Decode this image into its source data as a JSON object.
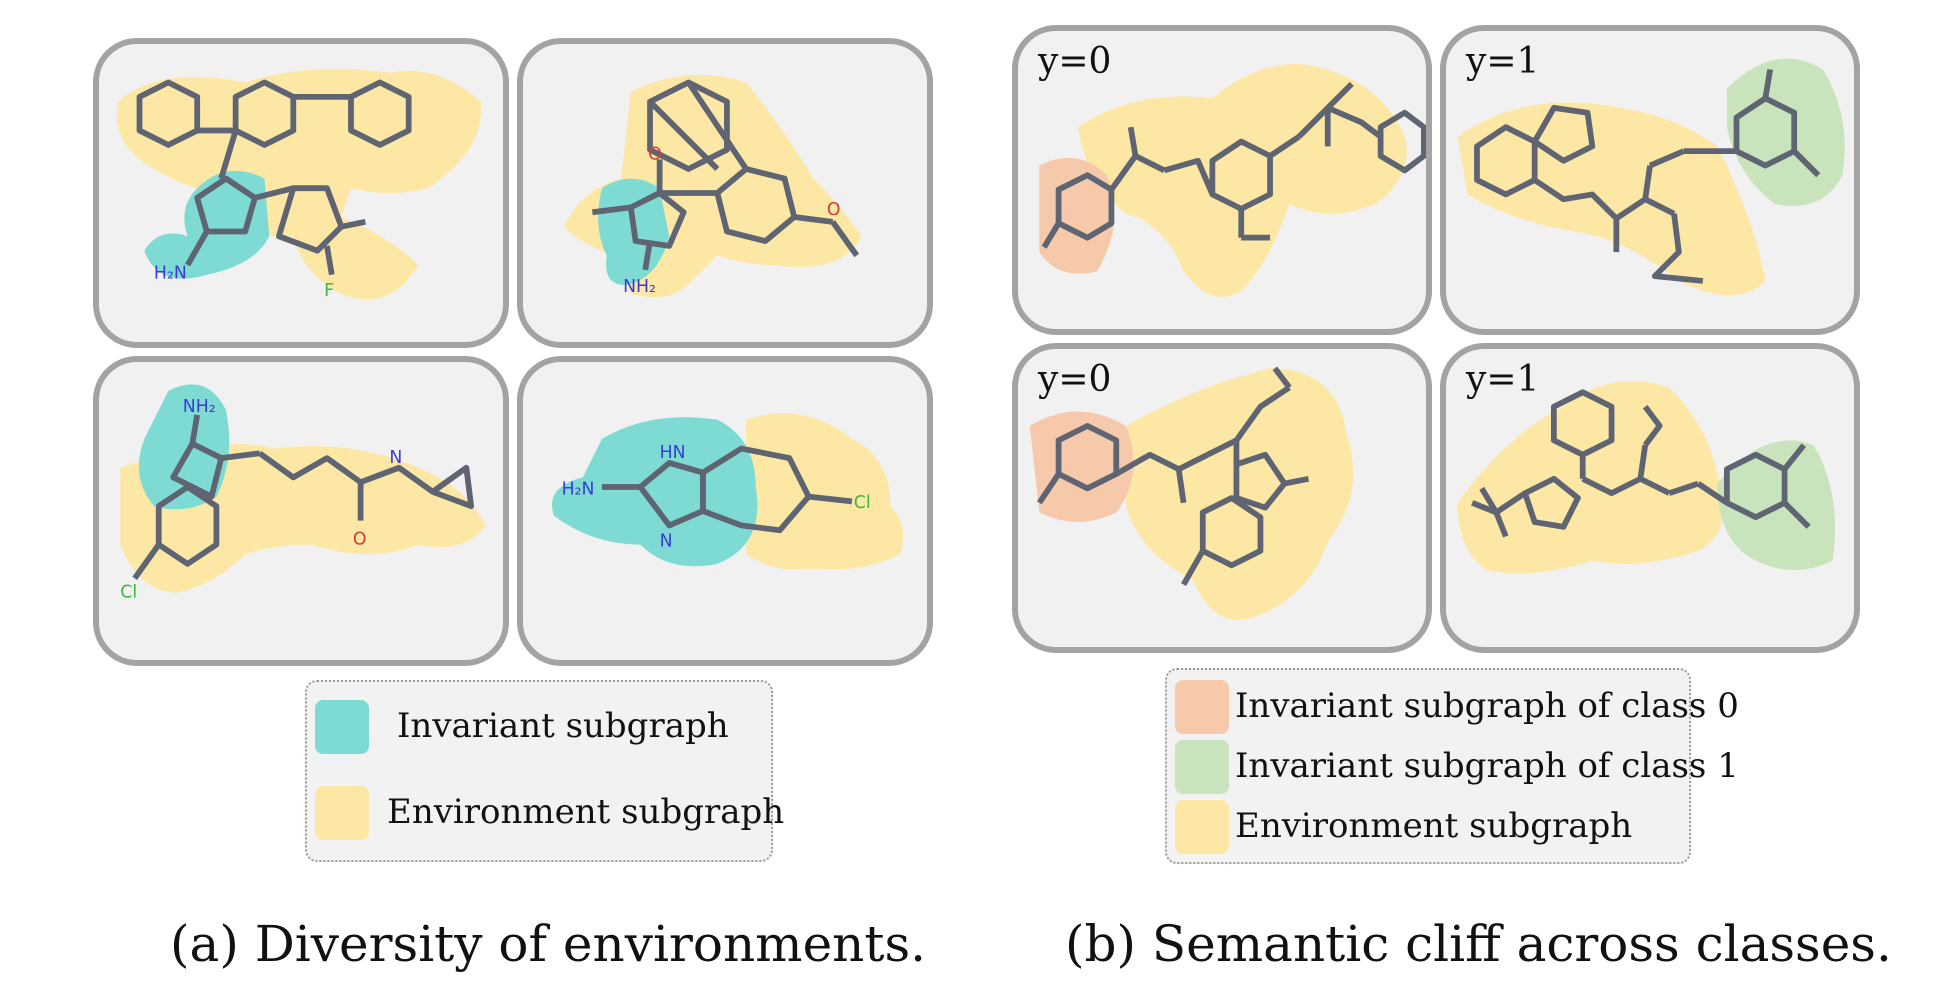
{
  "colors": {
    "invariant": "#7edbd3",
    "environment": "#fde7a5",
    "invariant_class0": "#f6c9aa",
    "invariant_class1": "#c9e3bc",
    "panel_bg": "#f1f1f1",
    "panel_border": "#a3a3a3",
    "bond": "#5f6472"
  },
  "left": {
    "panels": [
      {
        "name": "mol-a1",
        "labels": [
          "H₂N",
          "F"
        ]
      },
      {
        "name": "mol-a2",
        "labels": [
          "O",
          "NH₂",
          "O"
        ]
      },
      {
        "name": "mol-a3",
        "labels": [
          "NH₂",
          "N",
          "O",
          "Cl"
        ]
      },
      {
        "name": "mol-a4",
        "labels": [
          "HN",
          "H₂N",
          "N",
          "Cl"
        ]
      }
    ],
    "legend": [
      {
        "label": "Invariant subgraph",
        "color": "invariant"
      },
      {
        "label": "Environment subgraph",
        "color": "environment"
      }
    ],
    "caption": "(a)  Diversity of environments."
  },
  "right": {
    "panels": [
      {
        "name": "mol-b1",
        "y": "y=0"
      },
      {
        "name": "mol-b2",
        "y": "y=1"
      },
      {
        "name": "mol-b3",
        "y": "y=0"
      },
      {
        "name": "mol-b4",
        "y": "y=1"
      }
    ],
    "legend": [
      {
        "label": "Invariant subgraph of class 0",
        "color": "invariant_class0"
      },
      {
        "label": "Invariant subgraph of class 1",
        "color": "invariant_class1"
      },
      {
        "label": "Environment subgraph",
        "color": "environment"
      }
    ],
    "caption": "(b)  Semantic cliff across classes."
  }
}
